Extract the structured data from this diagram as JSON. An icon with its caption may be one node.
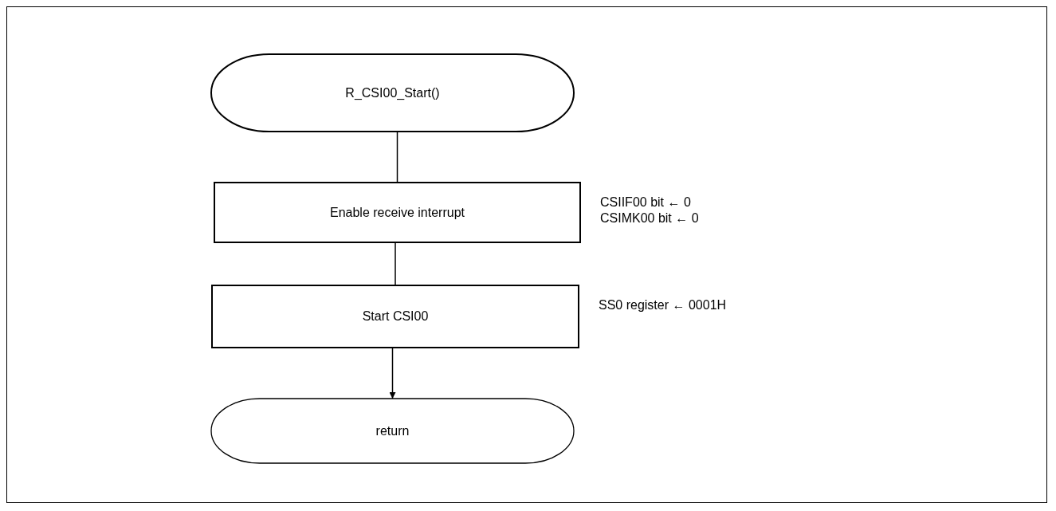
{
  "diagram": {
    "nodes": [
      {
        "text": [
          "R_CSI00_Start()"
        ]
      },
      {
        "text": [
          "Enable receive interrupt"
        ],
        "beside": [
          "CSIIF00 bit ← 0",
          "CSIMK00 bit ← 0"
        ]
      },
      {
        "text": [
          "Start CSI00"
        ],
        "beside": [
          "SS0 register ← 0001H"
        ]
      },
      {
        "text": [
          "return"
        ]
      }
    ],
    "edges": [
      {
        "from": 0,
        "to": 1,
        "arrow": "none"
      },
      {
        "from": 1,
        "to": 2,
        "arrow": "none"
      },
      {
        "from": 2,
        "to": 3,
        "arrow": "to"
      }
    ]
  }
}
